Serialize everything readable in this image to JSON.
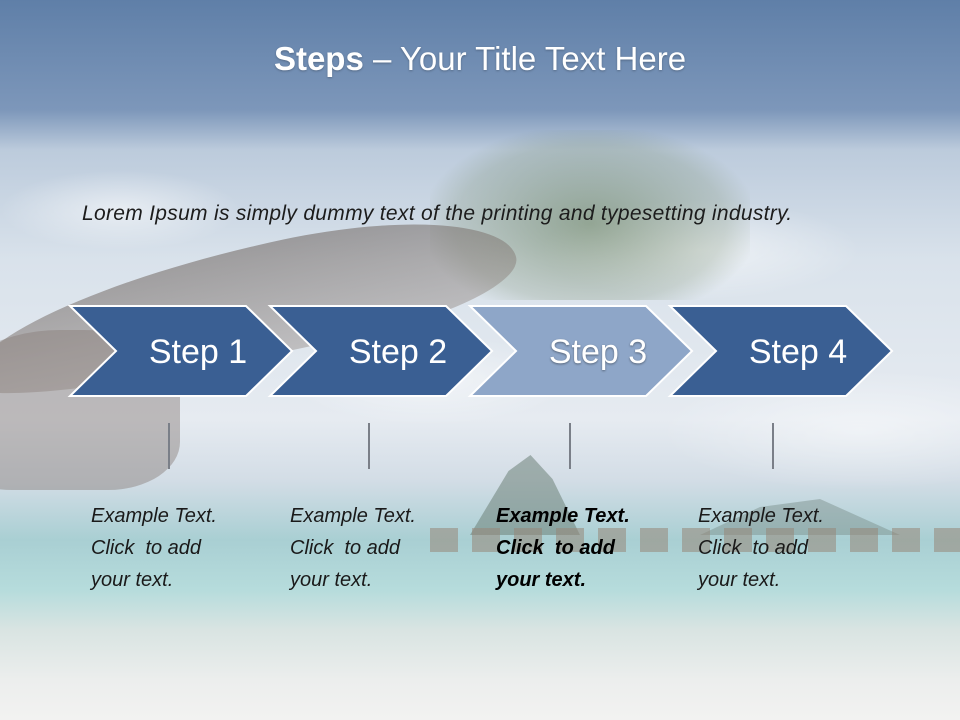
{
  "title": {
    "bold": "Steps",
    "rest": " – Your Title Text Here"
  },
  "intro": "Lorem Ipsum is simply dummy text of the printing and typesetting industry.",
  "colors": {
    "step_dark": "#3a5f93",
    "step_light": "#8ea6c8",
    "step_border": "#ffffff"
  },
  "steps": [
    {
      "label": "Step 1",
      "lines": [
        "Example Text.",
        "Click  to add",
        "your text."
      ],
      "highlighted": false
    },
    {
      "label": "Step 2",
      "lines": [
        "Example Text.",
        "Click  to add",
        "your text."
      ],
      "highlighted": false
    },
    {
      "label": "Step 3",
      "lines": [
        "Example Text.",
        "Click  to add",
        "your text."
      ],
      "highlighted": true
    },
    {
      "label": "Step 4",
      "lines": [
        "Example Text.",
        "Click  to add",
        "your text."
      ],
      "highlighted": false
    }
  ]
}
